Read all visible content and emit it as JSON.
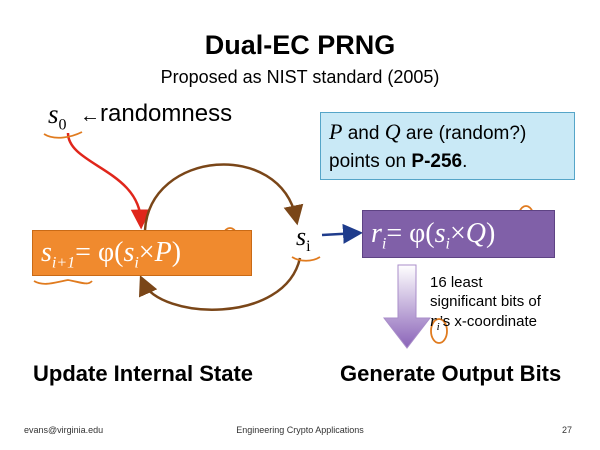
{
  "slide": {
    "title": "Dual-EC PRNG",
    "subtitle": "Proposed as NIST standard (2005)"
  },
  "seed": {
    "var": "s",
    "sub": "0",
    "arrow": "←",
    "label": "randomness"
  },
  "info_box": {
    "p_var": "P",
    "and_word": " and ",
    "q_var": "Q",
    "text_1": " are (random?)",
    "text_2": "points on ",
    "curve": "P-256",
    "end": "."
  },
  "update_box": {
    "lhs": "s",
    "lhs_sub": "i+1",
    "eq": "= φ(",
    "s": "s",
    "s_sub": "i",
    "times": "×",
    "p": "P",
    "close": ")"
  },
  "output_box": {
    "r": "r",
    "r_sub": "i",
    "eq": "= φ(",
    "s": "s",
    "s_sub": "i",
    "times": "×",
    "q": "Q",
    "close": ")"
  },
  "state_label": {
    "var": "s",
    "sub": "i"
  },
  "output_note": {
    "line_1": "16 least",
    "line_2": "significant bits of",
    "r": "r",
    "r_sub": "i",
    "line_3_rest": "’s x-coordinate"
  },
  "sections": {
    "left": "Update Internal State",
    "right": "Generate Output Bits"
  },
  "footer": {
    "email": "evans@virginia.edu",
    "course": "Engineering Crypto Applications",
    "page": "27"
  },
  "colors": {
    "orange_box": "#f08a2e",
    "purple_box": "#8060a8",
    "info_box": "#c9e9f6",
    "red_arrow": "#e0261b",
    "loop_arrow": "#7a4618",
    "blue_arrow": "#1f3c8c",
    "annotation": "#e07b1f"
  }
}
